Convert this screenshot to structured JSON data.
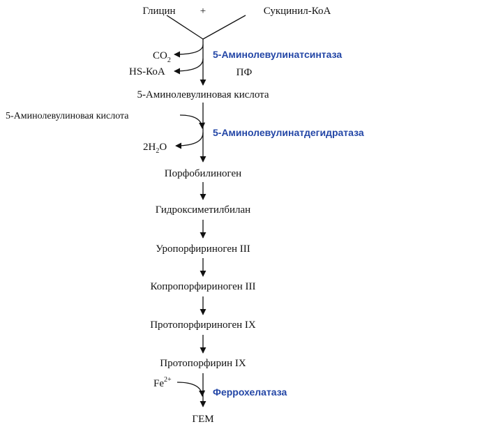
{
  "diagram": {
    "inputs": {
      "left": "Глицин",
      "plus": "+",
      "right": "Сукцинил-КоА"
    },
    "step1": {
      "byproduct1": {
        "main": "CO",
        "sub": "2"
      },
      "byproduct2": "HS-КоА",
      "enzyme": "5-Аминолевулинатсинтаза",
      "cofactor": "ПФ"
    },
    "product1": "5-Аминолевулиновая кислота",
    "step2": {
      "cosubstrate": "5-Аминолевулиновая кислота",
      "byproduct": {
        "pre": "2H",
        "sub": "2",
        "post": "O"
      },
      "enzyme": "5-Аминолевулинатдегидратаза"
    },
    "intermediates": [
      "Порфобилиноген",
      "Гидроксиметилбилан",
      "Уропорфириноген III",
      "Копропорфириноген III",
      "Протопорфириноген IX",
      "Протопорфирин IX"
    ],
    "final_step": {
      "cosubstrate": {
        "main": "Fe",
        "sup": "2+"
      },
      "enzyme": "Феррохелатаза"
    },
    "final_product": "ГЕМ",
    "colors": {
      "enzyme": "#2346a6",
      "text": "#111111"
    }
  }
}
